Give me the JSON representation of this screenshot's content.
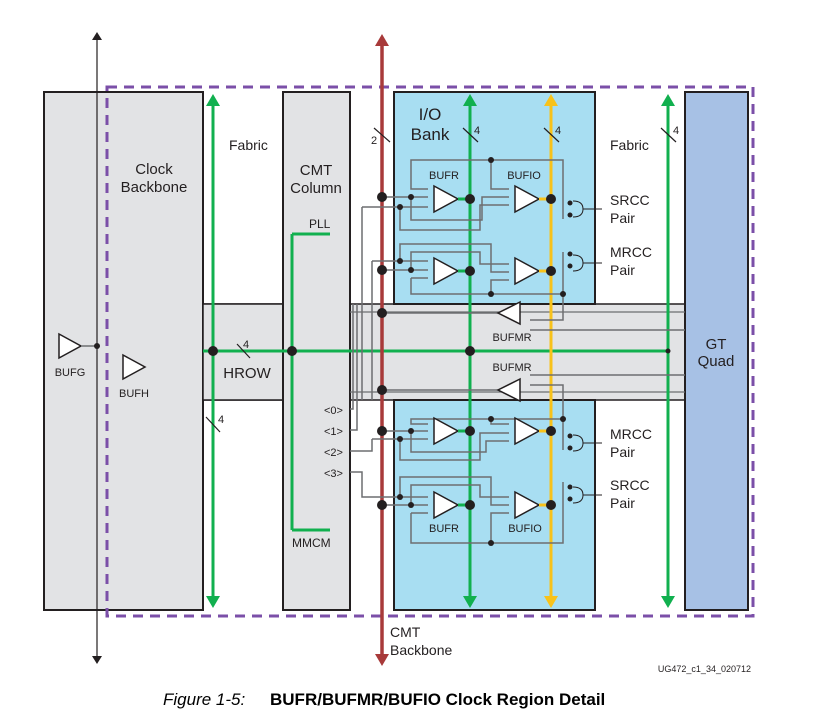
{
  "figure": {
    "number_label": "Figure 1-5:",
    "title": "BUFR/BUFMR/BUFIO Clock Region Detail",
    "doc_id": "UG472_c1_34_020712"
  },
  "colors": {
    "region_border": "#7b4fa8",
    "green_route": "#11b04f",
    "yellow_route": "#f8c21a",
    "cmt_backbone": "#a83a3a",
    "io_bank_fill": "#a8def2",
    "gt_fill": "#a7c1e5",
    "gray_fill": "#e2e3e5"
  },
  "blocks": {
    "clock_backbone": "Clock Backbone",
    "clock_backbone_lines": [
      "Clock",
      "Backbone"
    ],
    "cmt_column_lines": [
      "CMT",
      "Column"
    ],
    "io_bank_lines": [
      "I/O",
      "Bank"
    ],
    "gt_quad_lines": [
      "GT",
      "Quad"
    ],
    "hrow": "HROW",
    "fabric_left": "Fabric",
    "fabric_right": "Fabric",
    "cmt_backbone_lines": [
      "CMT",
      "Backbone"
    ]
  },
  "components": {
    "bufg": "BUFG",
    "bufh": "BUFH",
    "pll": "PLL",
    "mmcm": "MMCM",
    "bufr_top": "BUFR",
    "bufio_top": "BUFIO",
    "bufr_bottom": "BUFR",
    "bufio_bottom": "BUFIO",
    "bufmr_top": "BUFMR",
    "bufmr_bottom": "BUFMR"
  },
  "pins": {
    "srcc_top": [
      "SRCC",
      "Pair"
    ],
    "mrcc_top": [
      "MRCC",
      "Pair"
    ],
    "mrcc_bottom": [
      "MRCC",
      "Pair"
    ],
    "srcc_bottom": [
      "SRCC",
      "Pair"
    ]
  },
  "bus_widths": {
    "cmt_backbone": "2",
    "io_bank_green": "4",
    "io_bank_yellow": "4",
    "fabric_right": "4",
    "hrow": "4",
    "fabric_left_lower": "4"
  },
  "cmt_ports": [
    "<0>",
    "<1>",
    "<2>",
    "<3>"
  ]
}
